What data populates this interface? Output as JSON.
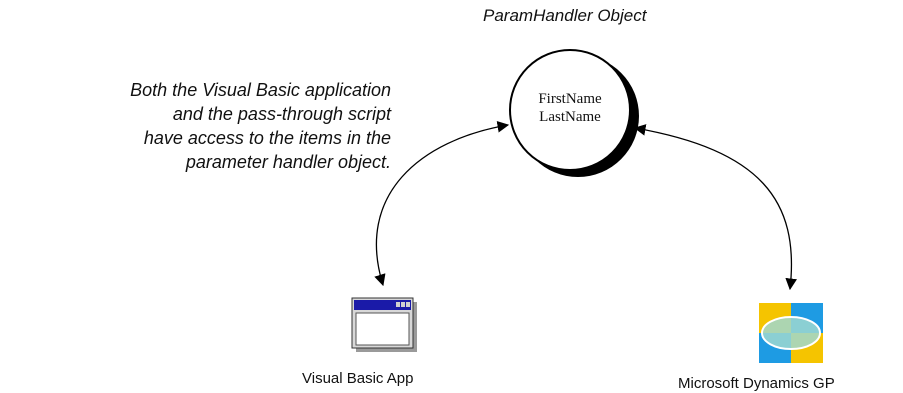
{
  "diagram": {
    "title": "ParamHandler Object",
    "note_lines": [
      "Both the Visual Basic application",
      "and the pass-through script",
      "have access to the items in the",
      "parameter handler object."
    ],
    "object_items": [
      "FirstName",
      "LastName"
    ],
    "left_node_label": "Visual Basic App",
    "right_node_label": "Microsoft Dynamics GP",
    "left_icon": "window-icon",
    "right_icon": "dynamics-gp-icon",
    "colors": {
      "gp_blue": "#1e9be3",
      "gp_yellow": "#f5c400",
      "gp_ellipse": "#9fd8d0",
      "window_titlebar": "#1a1aa8"
    }
  }
}
